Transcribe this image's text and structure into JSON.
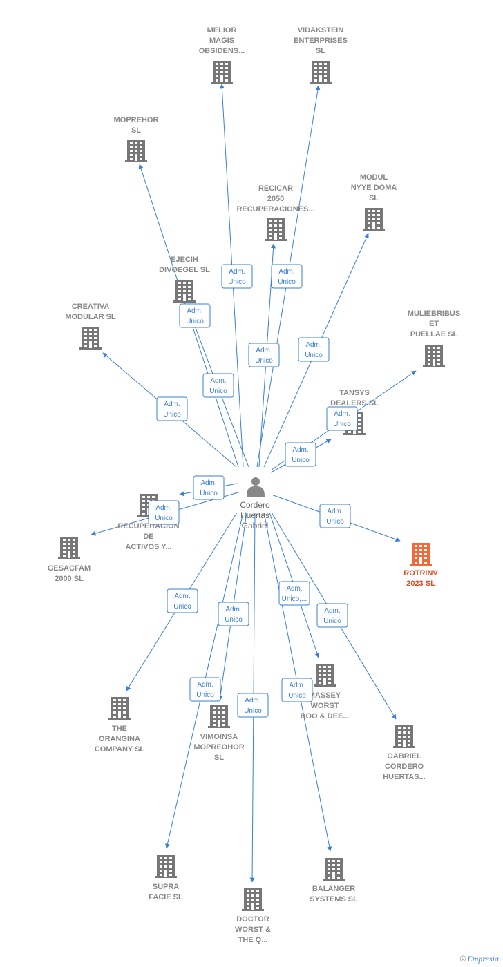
{
  "colors": {
    "edge": "#3a7fd5",
    "building": "#777777",
    "building_highlight": "#f26a3c",
    "label": "#888888",
    "label_highlight": "#e04a1f"
  },
  "person": {
    "lines": [
      "Cordero",
      "Huertas",
      "Gabriel"
    ],
    "icon": "person-icon"
  },
  "nodes": [
    {
      "id": "melior",
      "lines": [
        "MELIOR",
        "MAGIS",
        "OBSIDENS..."
      ]
    },
    {
      "id": "vidakstein",
      "lines": [
        "VIDAKSTEIN",
        "ENTERPRISES",
        "SL"
      ]
    },
    {
      "id": "moprehor",
      "lines": [
        "MOPREHOR",
        "SL"
      ]
    },
    {
      "id": "recicar",
      "lines": [
        "RECICAR",
        "2050",
        "RECUPERACIONES..."
      ]
    },
    {
      "id": "modul",
      "lines": [
        "MODUL",
        "NYYE DOMA",
        "SL"
      ]
    },
    {
      "id": "ejecih",
      "lines": [
        "EJECIH",
        "DIVOEGEL  SL"
      ]
    },
    {
      "id": "creativa",
      "lines": [
        "CREATIVA",
        "MODULAR  SL"
      ]
    },
    {
      "id": "muliebribus",
      "lines": [
        "MULIEBRIBUS",
        "ET",
        "PUELLAE SL"
      ]
    },
    {
      "id": "tansys",
      "lines": [
        "TANSYS",
        "DEALERS  SL"
      ]
    },
    {
      "id": "recuperacion",
      "lines": [
        "RECUPERACION",
        "DE",
        "ACTIVOS Y..."
      ]
    },
    {
      "id": "gesacfam",
      "lines": [
        "GESACFAM",
        "2000 SL"
      ]
    },
    {
      "id": "rotrinv",
      "lines": [
        "ROTRINV",
        "2023  SL"
      ],
      "highlight": true
    },
    {
      "id": "massey",
      "lines": [
        "MASSEY",
        "WORST",
        "BOO & DEE..."
      ]
    },
    {
      "id": "orangina",
      "lines": [
        "THE",
        "ORANGINA",
        "COMPANY  SL"
      ]
    },
    {
      "id": "vimoinsa",
      "lines": [
        "VIMOINSA",
        "MOPREOHOR",
        "SL"
      ]
    },
    {
      "id": "gabriel",
      "lines": [
        "GABRIEL",
        "CORDERO",
        "HUERTAS..."
      ]
    },
    {
      "id": "supra",
      "lines": [
        "SUPRA",
        "FACIE  SL"
      ]
    },
    {
      "id": "doctor",
      "lines": [
        "DOCTOR",
        "WORST &",
        "THE Q..."
      ]
    },
    {
      "id": "balanger",
      "lines": [
        "BALANGER",
        "SYSTEMS  SL"
      ]
    }
  ],
  "edges": [
    {
      "target": "melior",
      "label": [
        "Adm.",
        "Unico"
      ]
    },
    {
      "target": "vidakstein",
      "label": [
        "Adm.",
        "Unico"
      ]
    },
    {
      "target": "moprehor",
      "label": [
        "Adm.",
        "Unico"
      ]
    },
    {
      "target": "recicar",
      "label": [
        "Adm.",
        "Unico"
      ]
    },
    {
      "target": "modul",
      "label": [
        "Adm.",
        "Unico"
      ]
    },
    {
      "target": "ejecih",
      "label": [
        "Adm.",
        "Unico"
      ]
    },
    {
      "target": "creativa",
      "label": [
        "Adm.",
        "Unico"
      ]
    },
    {
      "target": "muliebribus",
      "label": [
        "Adm.",
        "Unico"
      ]
    },
    {
      "target": "tansys",
      "label": [
        "Adm.",
        "Unico"
      ]
    },
    {
      "target": "recuperacion",
      "label": [
        "Adm.",
        "Unico"
      ]
    },
    {
      "target": "gesacfam",
      "label": [
        "Adm.",
        "Unico"
      ]
    },
    {
      "target": "rotrinv",
      "label": [
        "Adm.",
        "Unico"
      ]
    },
    {
      "target": "massey",
      "label": [
        "Adm.",
        "Unico,..."
      ]
    },
    {
      "target": "orangina",
      "label": [
        "Adm.",
        "Unico"
      ]
    },
    {
      "target": "vimoinsa",
      "label": [
        "Adm.",
        "Unico"
      ]
    },
    {
      "target": "gabriel",
      "label": [
        "Adm.",
        "Unico"
      ]
    },
    {
      "target": "supra",
      "label": [
        "Adm.",
        "Unico"
      ]
    },
    {
      "target": "doctor",
      "label": [
        "Adm.",
        "Unico"
      ]
    },
    {
      "target": "balanger",
      "label": [
        "Adm.",
        "Unico"
      ]
    }
  ],
  "footer": {
    "copyright": "©",
    "brand": "Empresia"
  }
}
